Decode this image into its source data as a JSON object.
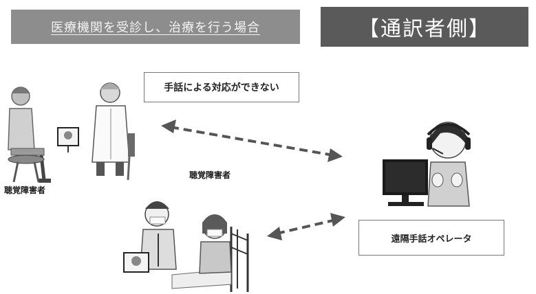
{
  "header": {
    "scenario_title": "医療機関を受診し、治療を行う場合",
    "side_title": "【通訳者側】"
  },
  "callouts": {
    "cannot_respond": "手話による対応ができない",
    "remote_operator": "遠隔手話オペレータ"
  },
  "labels": {
    "hearing_impaired_left": "聴覚障害者",
    "hearing_impaired_mid": "聴覚障害者"
  }
}
